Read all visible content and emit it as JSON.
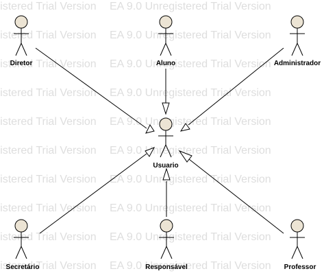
{
  "diagram": {
    "watermark": "EA 9.0 Unregistered Trial Version",
    "actors": {
      "diretor": "Diretor",
      "aluno": "Aluno",
      "administrador": "Administrador",
      "usuario": "Usuario",
      "secretario": "Secretário",
      "responsavel": "Responsável",
      "professor": "Professor"
    },
    "relationship": "generalization",
    "generalizations": [
      {
        "from": "Diretor",
        "to": "Usuario"
      },
      {
        "from": "Aluno",
        "to": "Usuario"
      },
      {
        "from": "Administrador",
        "to": "Usuario"
      },
      {
        "from": "Secretário",
        "to": "Usuario"
      },
      {
        "from": "Responsável",
        "to": "Usuario"
      },
      {
        "from": "Professor",
        "to": "Usuario"
      }
    ],
    "colors": {
      "actor_head_fill": "#ece4d4",
      "line": "#000000",
      "watermark": "#dedede"
    }
  }
}
